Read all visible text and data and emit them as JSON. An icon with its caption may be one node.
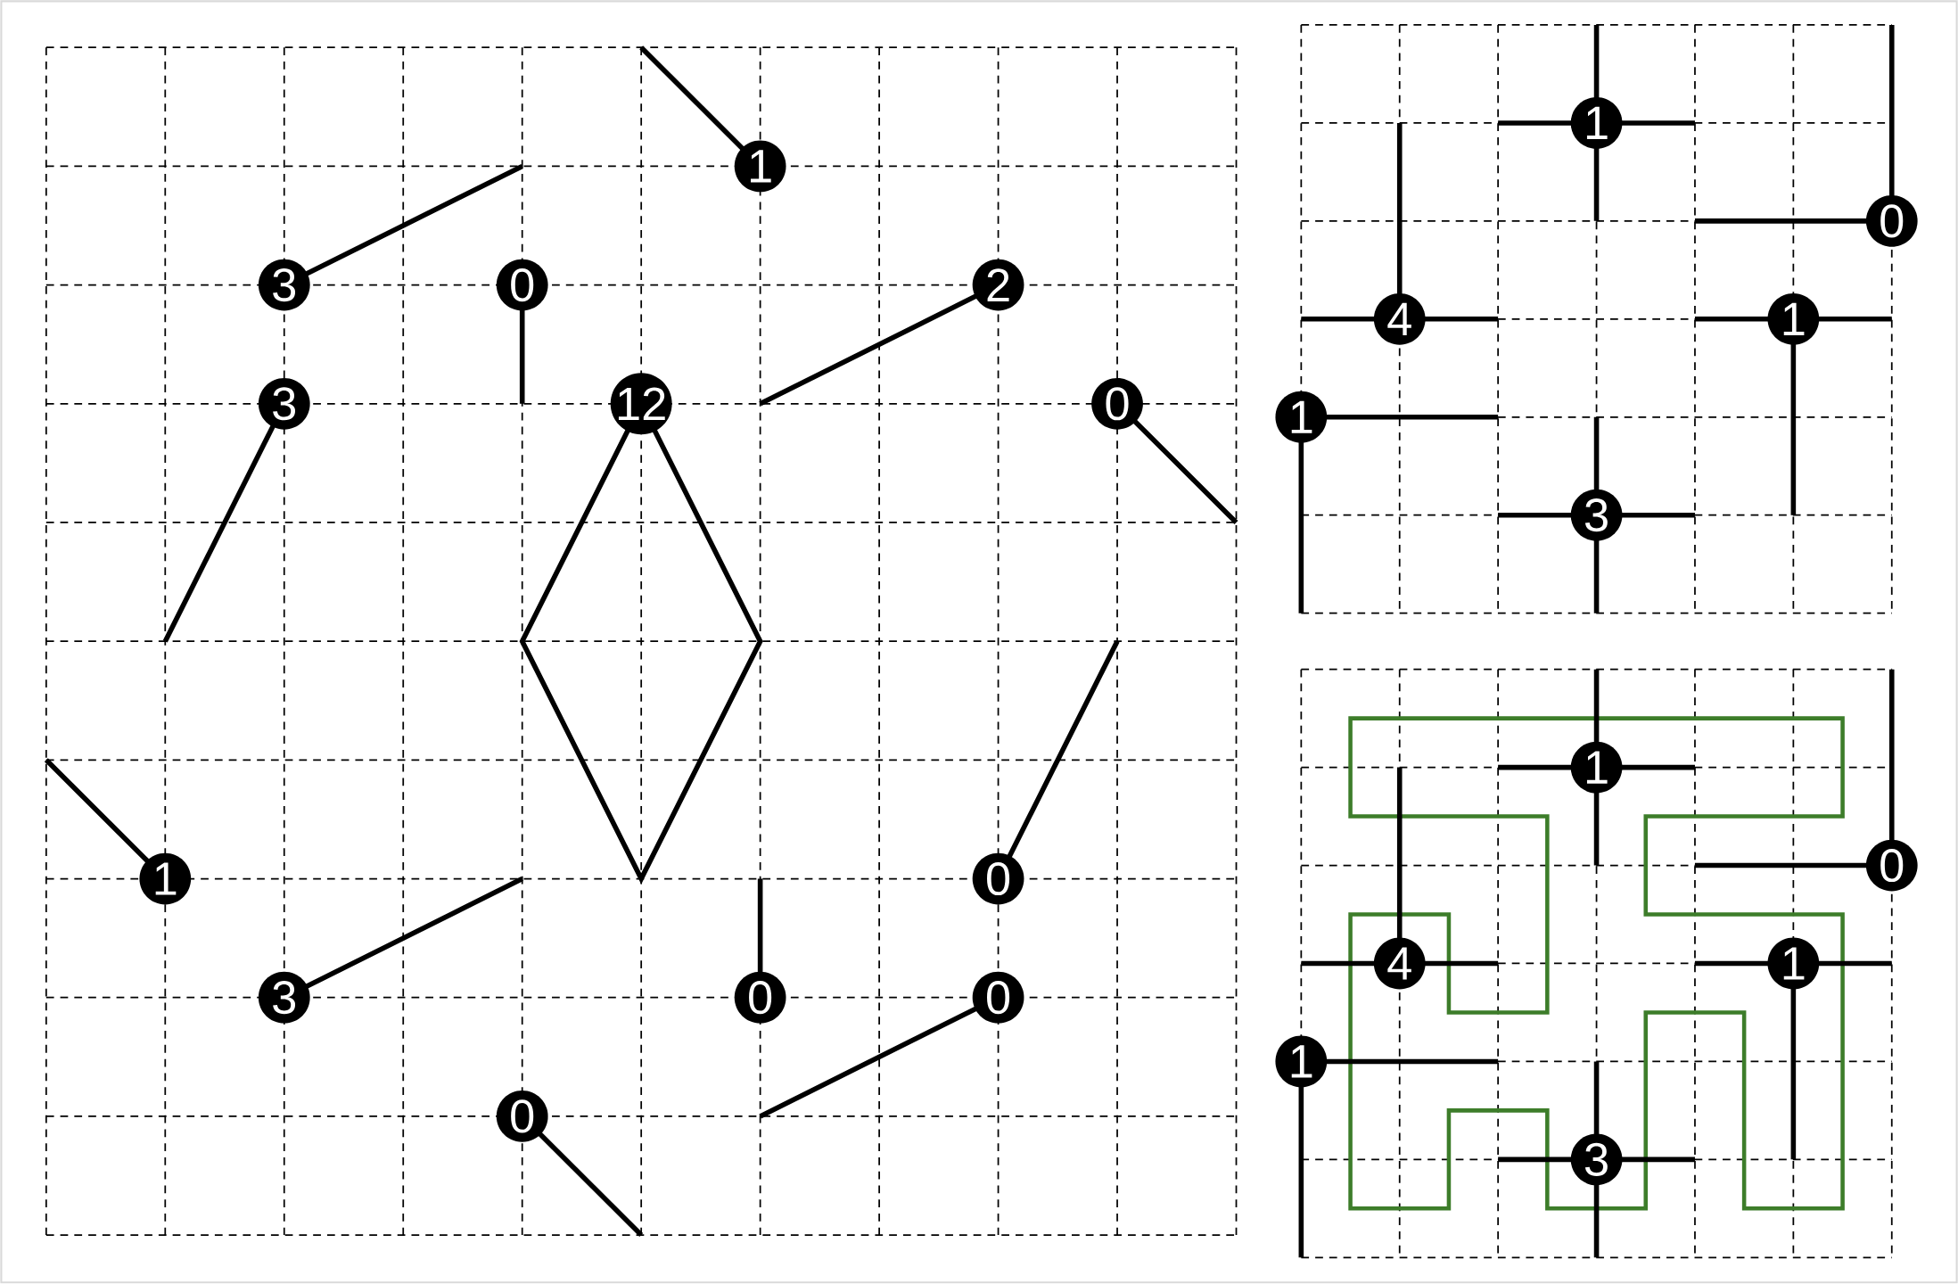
{
  "diagram": {
    "nodes": [
      {
        "text": [
          "1"
        ]
      },
      {
        "text": [
          "3"
        ]
      },
      {
        "text": [
          "0"
        ]
      },
      {
        "text": [
          "2"
        ]
      },
      {
        "text": [
          "3"
        ]
      },
      {
        "text": [
          "12"
        ]
      },
      {
        "text": [
          "0"
        ]
      },
      {
        "text": [
          "1"
        ]
      },
      {
        "text": [
          "0"
        ]
      },
      {
        "text": [
          "3"
        ]
      },
      {
        "text": [
          "0"
        ]
      },
      {
        "text": [
          "0"
        ]
      },
      {
        "text": [
          "0"
        ]
      },
      {
        "text": [
          "1"
        ]
      },
      {
        "text": [
          "0"
        ]
      },
      {
        "text": [
          "4"
        ]
      },
      {
        "text": [
          "1"
        ]
      },
      {
        "text": [
          "1"
        ]
      },
      {
        "text": [
          "3"
        ]
      },
      {
        "text": [
          "1"
        ]
      },
      {
        "text": [
          "0"
        ]
      },
      {
        "text": [
          "4"
        ]
      },
      {
        "text": [
          "1"
        ]
      },
      {
        "text": [
          "1"
        ]
      },
      {
        "text": [
          "3"
        ]
      }
    ]
  }
}
